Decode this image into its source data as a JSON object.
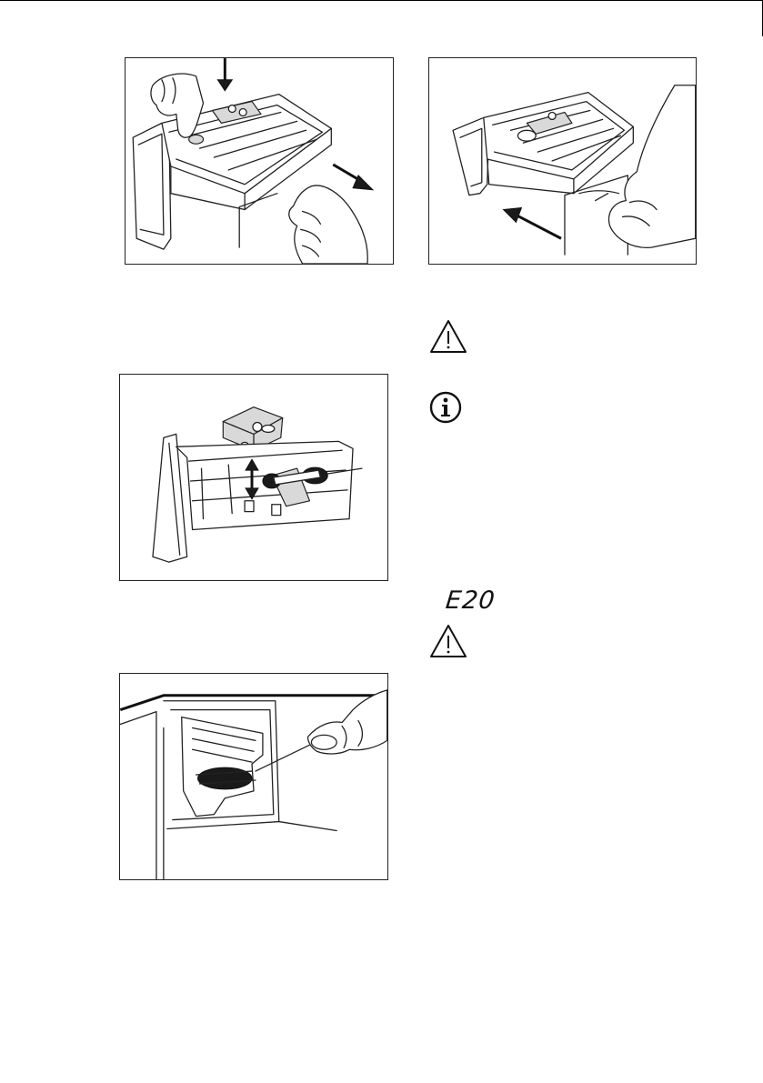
{
  "page": {
    "background": "#ffffff",
    "line_color": "#1a1a1a"
  },
  "figures": [
    {
      "id": "fig1",
      "icon": "dispenser-drawer-removal-icon"
    },
    {
      "id": "fig2",
      "icon": "dispenser-drawer-insertion-icon"
    },
    {
      "id": "fig3",
      "icon": "drawer-insert-brush-cleaning-icon"
    },
    {
      "id": "fig4",
      "icon": "dispenser-recess-brush-cleaning-icon"
    }
  ],
  "callouts": {
    "warning_1": {
      "icon": "warning-triangle-icon"
    },
    "info_1": {
      "icon": "info-circle-icon"
    },
    "error_code": {
      "text": "E20"
    },
    "warning_2": {
      "icon": "warning-triangle-icon"
    }
  }
}
